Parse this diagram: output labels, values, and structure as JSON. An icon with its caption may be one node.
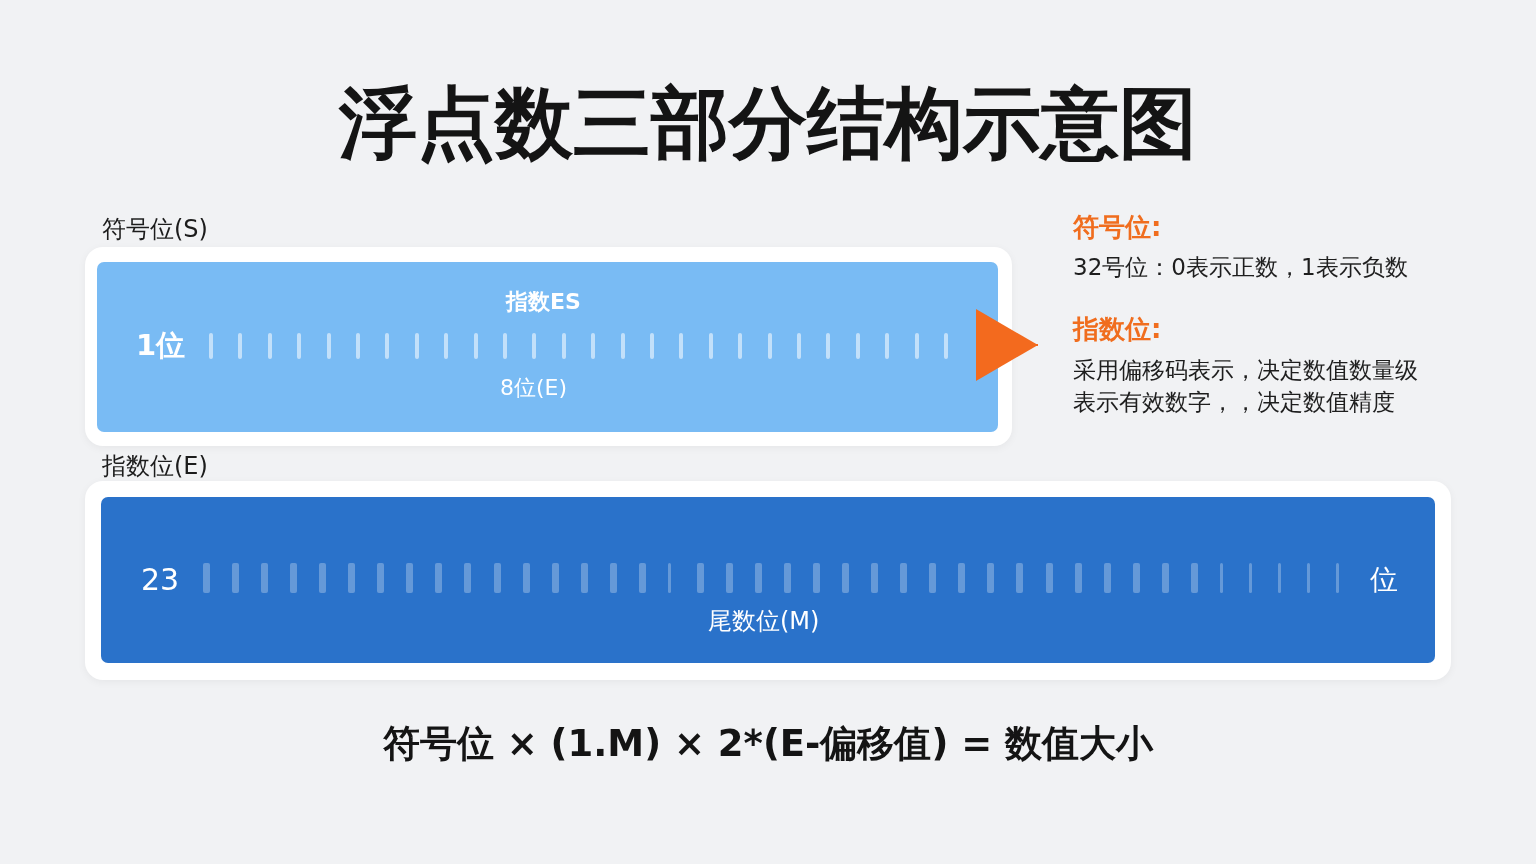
{
  "diagram": {
    "title": "浮点数三部分结构示意图",
    "nodes": [
      {
        "text": [
          "符号位(S)",
          "指数ES",
          "1位",
          "8位(E)"
        ]
      },
      {
        "text": [
          "符号位:",
          "32号位：0表示正数，1表示负数",
          "指数位:",
          "采用偏移码表示，决定数值数量级",
          "表示有效数字，，决定数值精度"
        ]
      },
      {
        "text": [
          "指数位(E)",
          "23",
          "位",
          "尾数位(M)"
        ]
      }
    ],
    "edges": [
      {
        "from": 0,
        "to": 1,
        "arrow": "to",
        "color": "#f36a1e"
      }
    ],
    "caption": "符号位 × (1.M) × 2*(E-偏移值) = 数值大小"
  }
}
